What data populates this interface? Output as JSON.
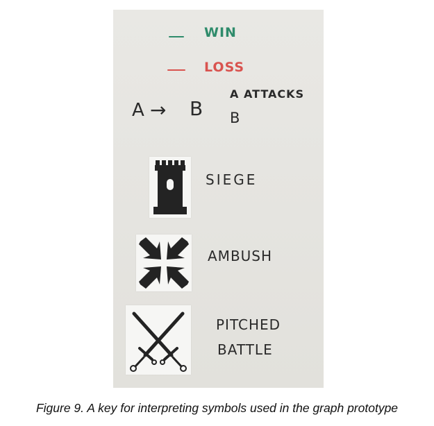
{
  "figure": {
    "caption": "Figure 9. A key for interpreting symbols used in the graph prototype"
  },
  "legend": {
    "win": {
      "label": "WIN",
      "color": "#2e8b6b"
    },
    "loss": {
      "label": "LOSS",
      "color": "#d9534f"
    },
    "attack": {
      "symbol_left": "A",
      "symbol_arrow": "→",
      "symbol_right": "B",
      "label_line1": "A ATTACKS",
      "label_line2": "B"
    },
    "symbols": [
      {
        "icon": "tower-icon",
        "label": "SIEGE"
      },
      {
        "icon": "arrows-inward-icon",
        "label": "AMBUSH"
      },
      {
        "icon": "crossed-swords-icon",
        "label_line1": "PITCHED",
        "label_line2": "BATTLE"
      }
    ]
  }
}
